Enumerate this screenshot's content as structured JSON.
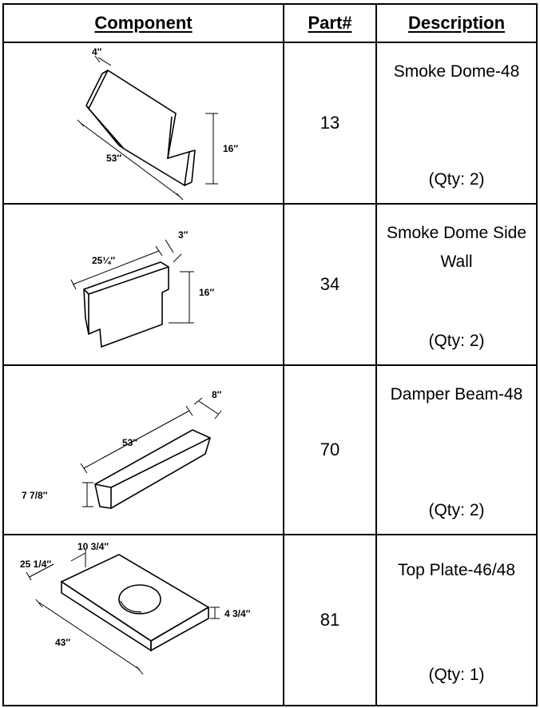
{
  "headers": {
    "component": "Component",
    "part": "Part#",
    "description": "Description"
  },
  "rows": [
    {
      "part": "13",
      "name": "Smoke Dome-48",
      "qty": "(Qty: 2)",
      "dims": {
        "a": "4″",
        "b": "53″",
        "c": "16″"
      }
    },
    {
      "part": "34",
      "name": "Smoke Dome Side Wall",
      "qty": "(Qty: 2)",
      "dims": {
        "a": "25¼″",
        "b": "3″",
        "c": "16″"
      }
    },
    {
      "part": "70",
      "name": "Damper Beam-48",
      "qty": "(Qty: 2)",
      "dims": {
        "a": "8″",
        "b": "53″",
        "c": "7 7/8″"
      }
    },
    {
      "part": "81",
      "name": "Top Plate-46/48",
      "qty": "(Qty: 1)",
      "dims": {
        "a": "10 3/4″",
        "b": "25 1/4″",
        "c": "4 3/4″",
        "d": "43″"
      }
    }
  ]
}
